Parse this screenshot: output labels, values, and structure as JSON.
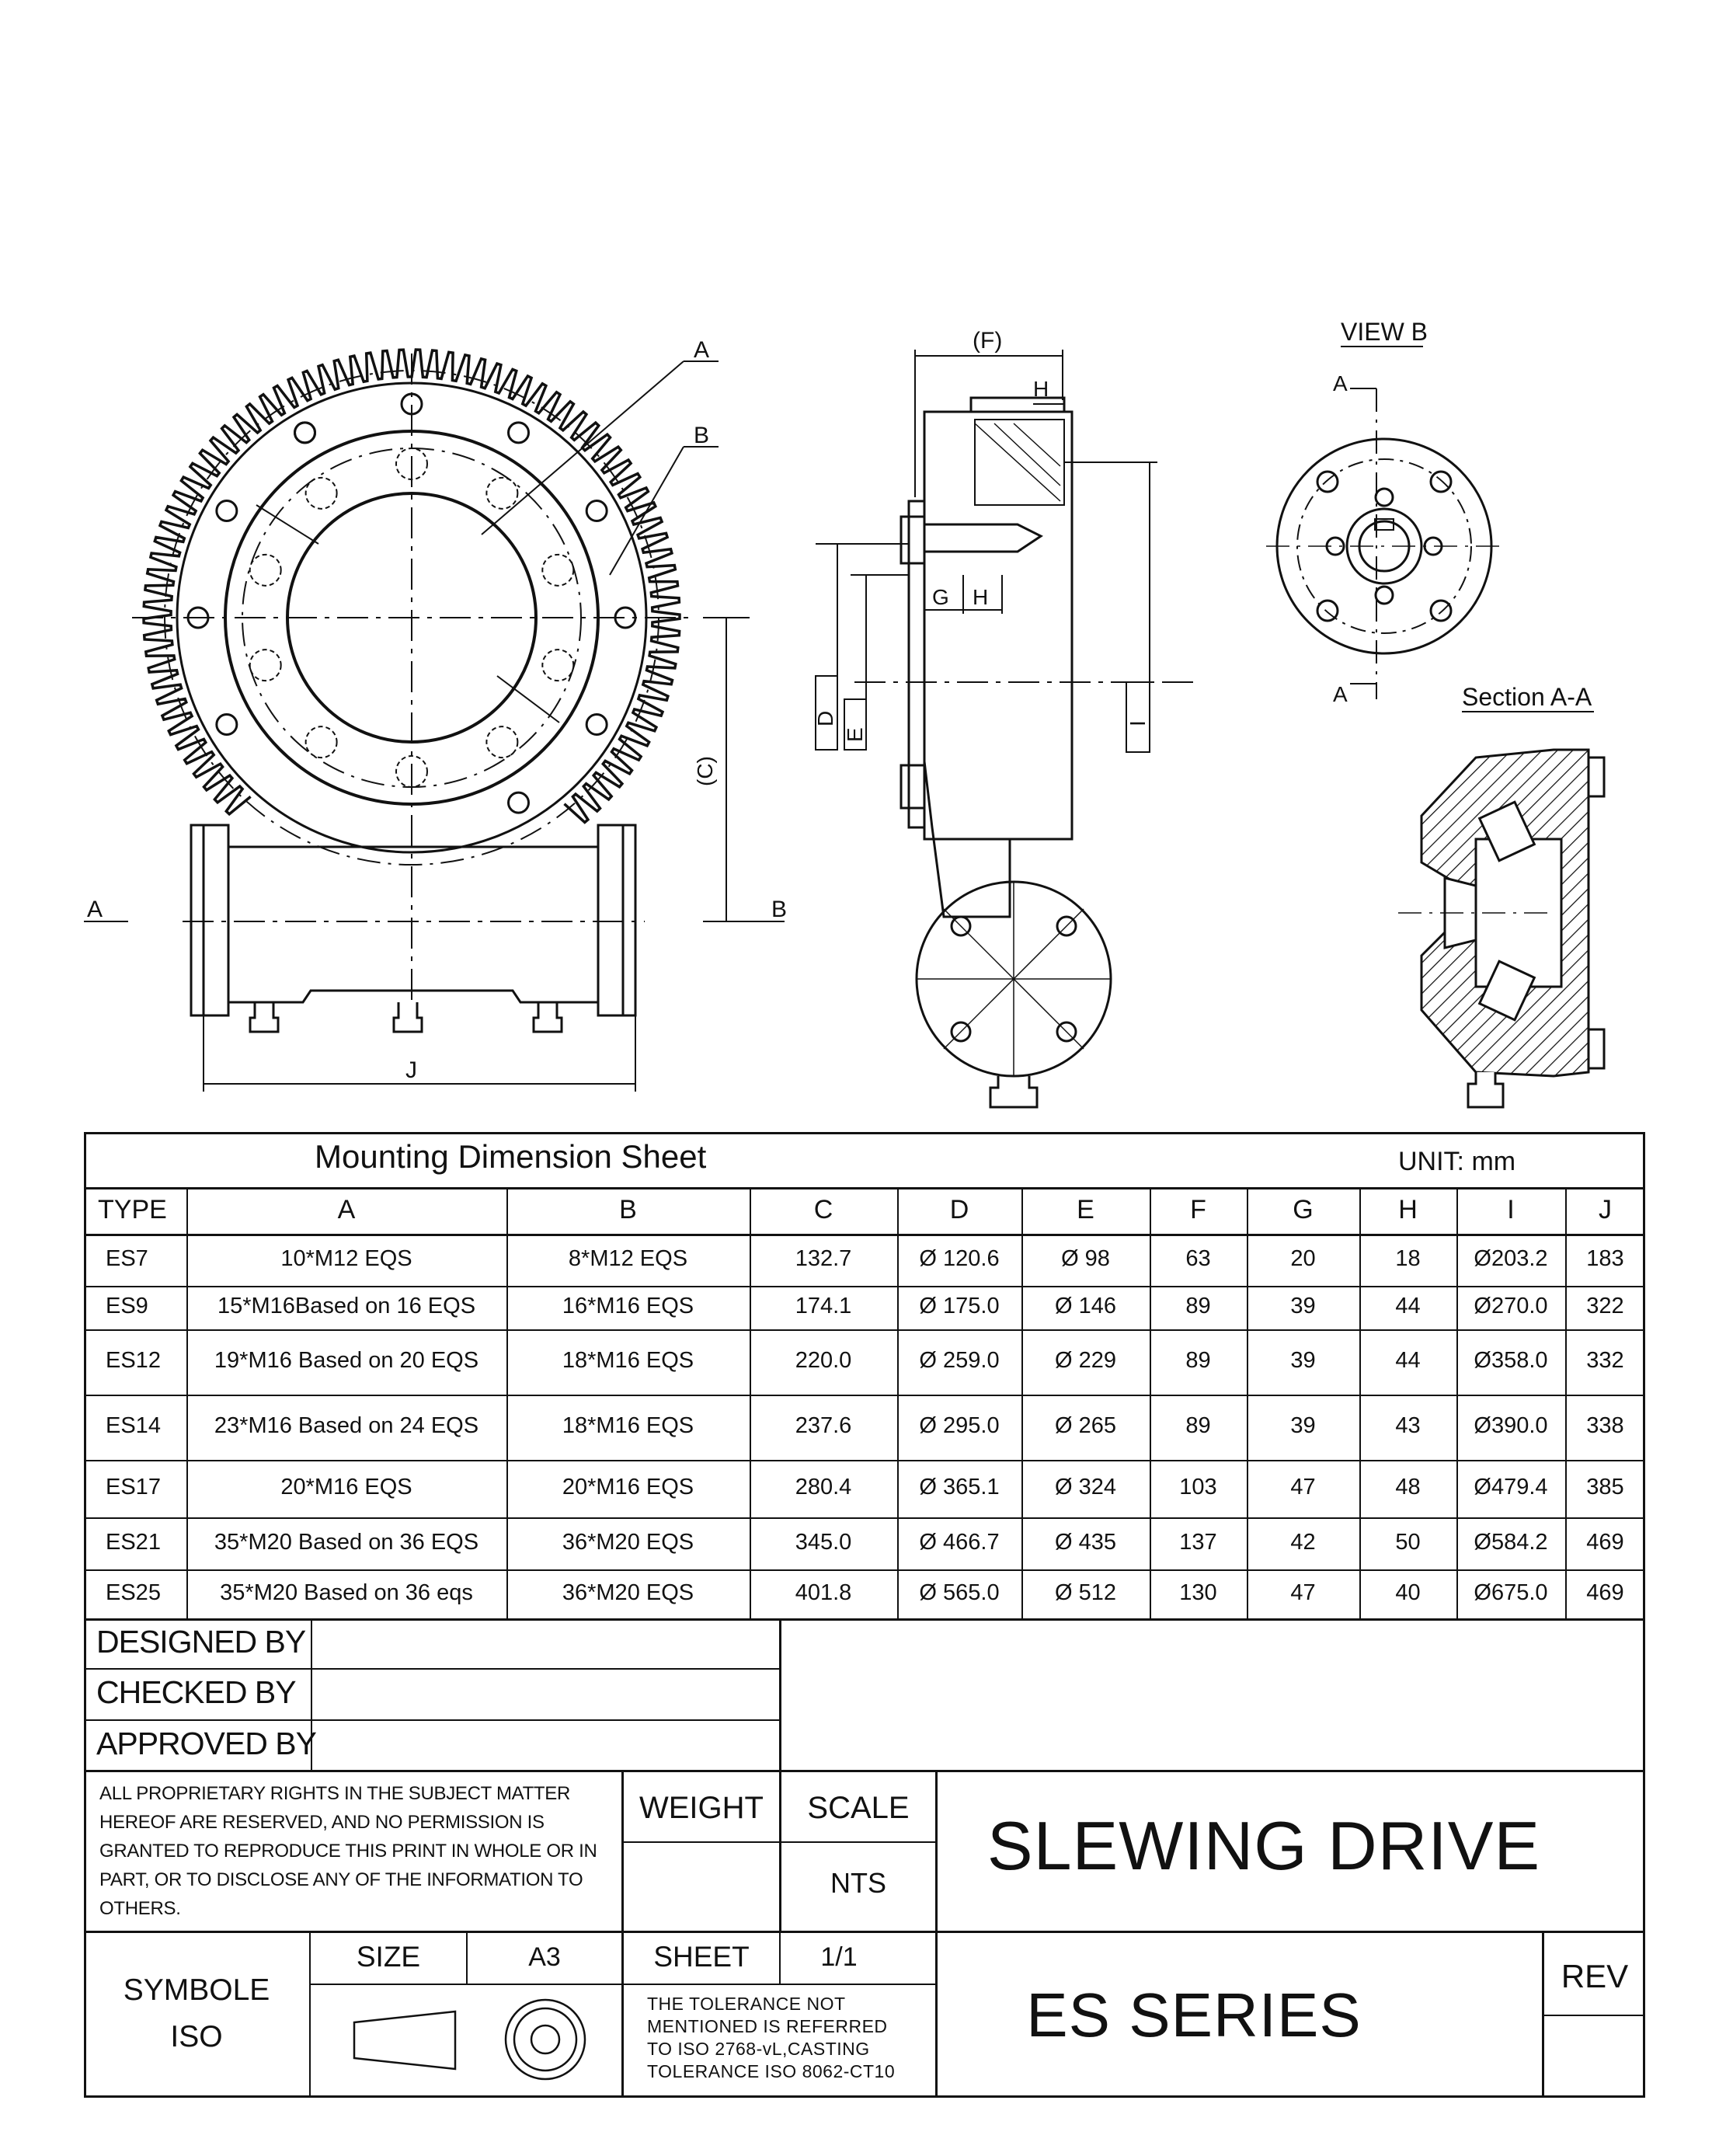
{
  "views": {
    "front": {
      "label_a": "A",
      "label_b": "B",
      "section_left": "A",
      "section_right": "B",
      "dim_c": "(C)",
      "dim_j": "J"
    },
    "side": {
      "dim_f": "(F)",
      "dim_h_top": "H",
      "dim_g": "G",
      "dim_h": "H",
      "dim_d": "D",
      "dim_e": "E",
      "dim_i": "I"
    },
    "view_b": {
      "title": "VIEW B",
      "marker_top": "A",
      "marker_bottom": "A"
    },
    "section": {
      "title": "Section A-A"
    }
  },
  "table": {
    "title": "Mounting Dimension Sheet",
    "unit": "UNIT:  mm",
    "headers": [
      "TYPE",
      "A",
      "B",
      "C",
      "D",
      "E",
      "F",
      "G",
      "H",
      "I",
      "J"
    ],
    "rows": [
      [
        "ES7",
        "10*M12 EQS",
        "8*M12 EQS",
        "132.7",
        "Ø  120.6",
        "Ø   98",
        "63",
        "20",
        "18",
        "Ø203.2",
        "183"
      ],
      [
        "ES9",
        "15*M16Based on 16 EQS",
        "16*M16 EQS",
        "174.1",
        "Ø  175.0",
        "Ø  146",
        "89",
        "39",
        "44",
        "Ø270.0",
        "322"
      ],
      [
        "ES12",
        "19*M16 Based on 20 EQS",
        "18*M16 EQS",
        "220.0",
        "Ø  259.0",
        "Ø  229",
        "89",
        "39",
        "44",
        "Ø358.0",
        "332"
      ],
      [
        "ES14",
        "23*M16 Based on 24 EQS",
        "18*M16 EQS",
        "237.6",
        "Ø 295.0",
        "Ø  265",
        "89",
        "39",
        "43",
        "Ø390.0",
        "338"
      ],
      [
        "ES17",
        "20*M16 EQS",
        "20*M16 EQS",
        "280.4",
        "Ø 365.1",
        "Ø  324",
        "103",
        "47",
        "48",
        "Ø479.4",
        "385"
      ],
      [
        "ES21",
        "35*M20 Based on 36 EQS",
        "36*M20 EQS",
        "345.0",
        "Ø 466.7",
        "Ø  435",
        "137",
        "42",
        "50",
        "Ø584.2",
        "469"
      ],
      [
        "ES25",
        "35*M20 Based on 36 eqs",
        "36*M20 EQS",
        "401.8",
        "Ø  565.0",
        "Ø  512",
        "130",
        "47",
        "40",
        "Ø675.0",
        "469"
      ]
    ]
  },
  "title_block": {
    "designed_by": "DESIGNED BY",
    "checked_by": "CHECKED BY",
    "approved_by": "APPROVED BY",
    "rights_notice": "ALL PROPRIETARY RIGHTS IN THE SUBJECT MATTER HEREOF ARE RESERVED, AND NO PERMISSION IS GRANTED TO REPRODUCE THIS PRINT IN WHOLE OR IN PART, OR TO DISCLOSE ANY OF THE INFORMATION TO OTHERS.",
    "weight_label": "WEIGHT",
    "scale_label": "SCALE",
    "scale_value": "NTS",
    "product_title": "SLEWING DRIVE",
    "symbole_line1": "SYMBOLE",
    "symbole_line2": "ISO",
    "size_label": "SIZE",
    "size_value": "A3",
    "sheet_label": "SHEET",
    "sheet_value": "1/1",
    "tolerance_note": "THE  TOLERANCE  NOT MENTIONED  IS  REFERRED TO  ISO  2768-vL,CASTING TOLERANCE  ISO  8062-CT10",
    "series": "ES SERIES",
    "rev_label": "REV"
  }
}
